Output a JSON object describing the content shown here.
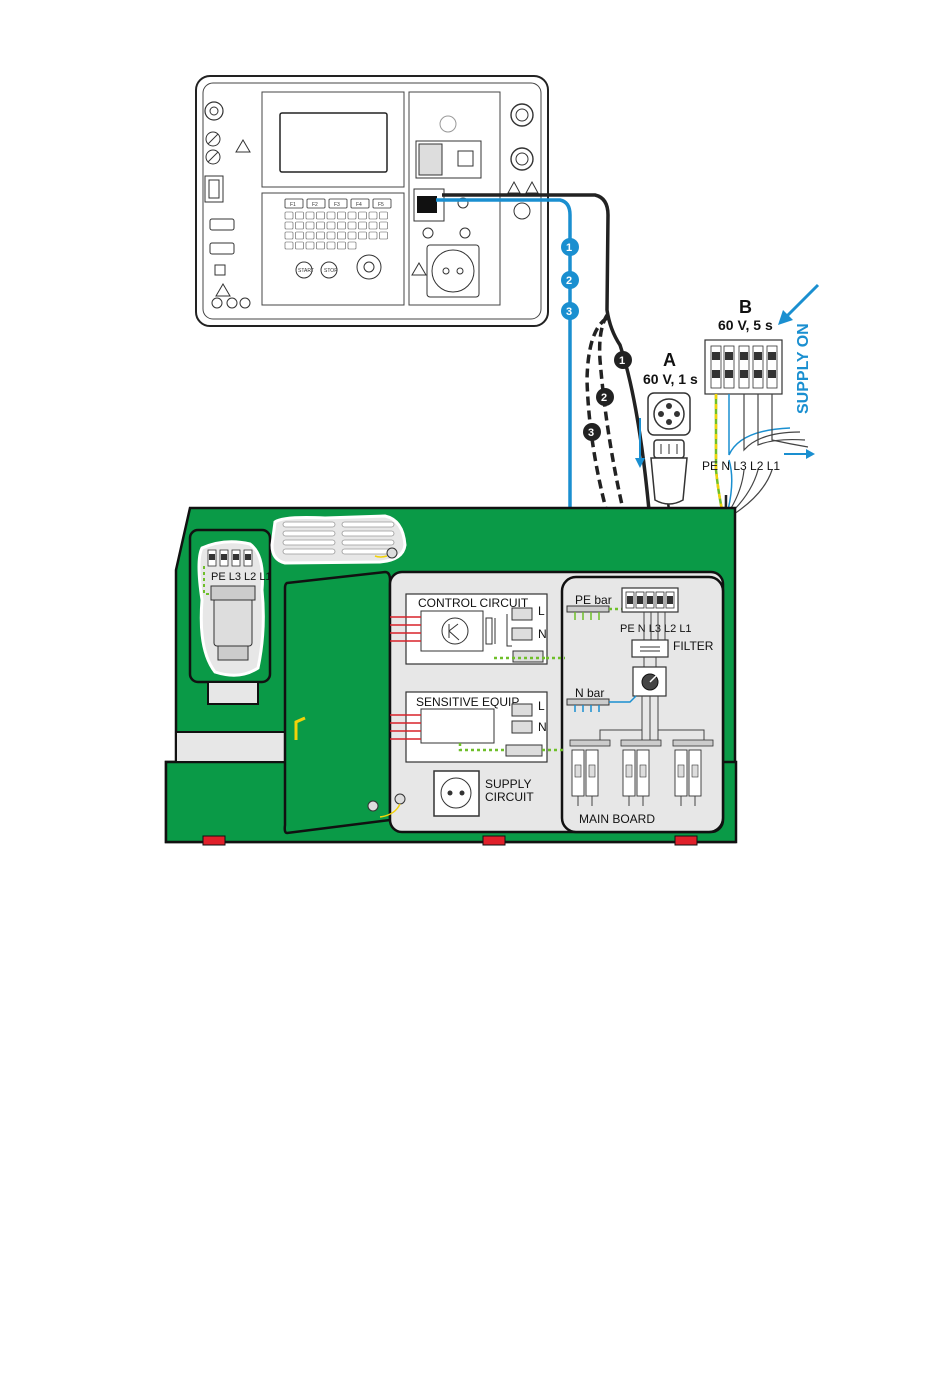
{
  "instrument": {
    "function_keys": [
      "F1",
      "F2",
      "F3",
      "F4",
      "F5"
    ],
    "soft_keys": [
      "START",
      "STOP"
    ]
  },
  "option_a": {
    "letter": "A",
    "value": "60 V, 1 s"
  },
  "option_b": {
    "letter": "B",
    "value": "60 V, 5 s"
  },
  "supply_on": "SUPPLY ON",
  "connector_labels": {
    "cabinet_motor": "PE L3 L2 L1",
    "supply_terminals": "PE N L3 L2 L1",
    "main_terminals": "PE N L3 L2 L1"
  },
  "leads": [
    {
      "num": "1",
      "color": "#1a8fd0"
    },
    {
      "num": "2",
      "color": "#1a8fd0"
    },
    {
      "num": "3",
      "color": "#1a8fd0"
    },
    {
      "num": "1",
      "color": "#222222"
    },
    {
      "num": "2",
      "color": "#222222"
    },
    {
      "num": "3",
      "color": "#222222"
    }
  ],
  "cabinet": {
    "control_circuit": "CONTROL CIRCUIT",
    "sensitive_equip": "SENSITIVE EQUIP.",
    "supply_circuit_1": "SUPPLY",
    "supply_circuit_2": "CIRCUIT",
    "pe_bar": "PE bar",
    "n_bar": "N bar",
    "filter": "FILTER",
    "main_board": "MAIN BOARD",
    "terminal_l": "L",
    "terminal_n": "N"
  },
  "colors": {
    "cabinet_green": "#0a9a47",
    "lead_blue": "#1a8fd0",
    "lead_black": "#222222",
    "pe_green_yellow": "#6fbf2a",
    "wire_red": "#d8222a",
    "foot_red": "#e0202a"
  }
}
